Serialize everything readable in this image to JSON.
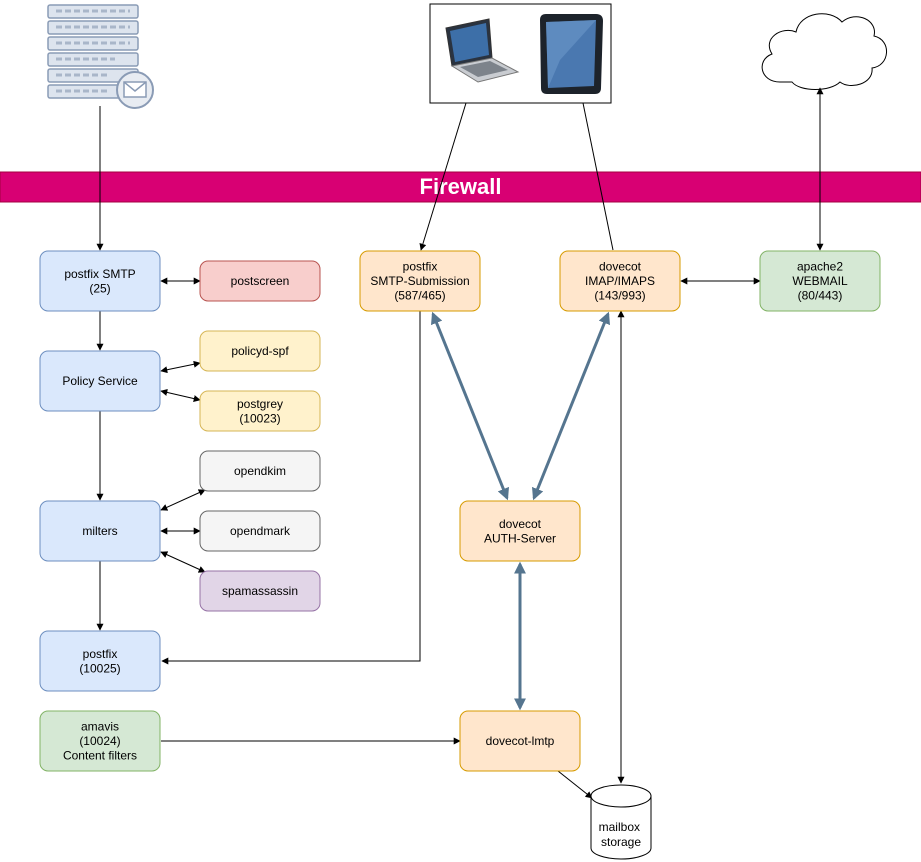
{
  "firewall": {
    "label": "Firewall",
    "color": "#d80073"
  },
  "colors": {
    "blue_fill": "#dae8fc",
    "blue_stroke": "#6c8ebf",
    "red_fill": "#f8cecc",
    "red_stroke": "#b85450",
    "yellow_fill": "#fff2cc",
    "yellow_stroke": "#d6b656",
    "gray_fill": "#f5f5f5",
    "gray_stroke": "#666666",
    "purple_fill": "#e1d5e7",
    "purple_stroke": "#9673a6",
    "orange_fill": "#ffe6cc",
    "orange_stroke": "#d79b00",
    "green_fill": "#d5e8d4",
    "green_stroke": "#82b366",
    "thick_arrow": "#55758f"
  },
  "icons": [
    "mail-server-icon",
    "laptop-icon",
    "tablet-icon",
    "internet-cloud-icon",
    "mailbox-storage-icon"
  ],
  "nodes": {
    "postfix_smtp": [
      "postfix SMTP",
      "(25)"
    ],
    "postscreen": [
      "postscreen"
    ],
    "policy_service": [
      "Policy Service"
    ],
    "policyd_spf": [
      "policyd-spf"
    ],
    "postgrey": [
      "postgrey",
      "(10023)"
    ],
    "opendkim": [
      "opendkim"
    ],
    "milters": [
      "milters"
    ],
    "opendmark": [
      "opendmark"
    ],
    "spamassassin": [
      "spamassassin"
    ],
    "postfix_10025": [
      "postfix",
      "(10025)"
    ],
    "amavis": [
      "amavis",
      "(10024)",
      "Content filters"
    ],
    "postfix_submission": [
      "postfix",
      "SMTP-Submission",
      "(587/465)"
    ],
    "dovecot_imap": [
      "dovecot",
      "IMAP/IMAPS",
      "(143/993)"
    ],
    "apache2": [
      "apache2",
      "WEBMAIL",
      "(80/443)"
    ],
    "dovecot_auth": [
      "dovecot",
      "AUTH-Server"
    ],
    "dovecot_lmtp": [
      "dovecot-lmtp"
    ],
    "mailbox_storage": [
      "mailbox",
      "storage"
    ]
  }
}
